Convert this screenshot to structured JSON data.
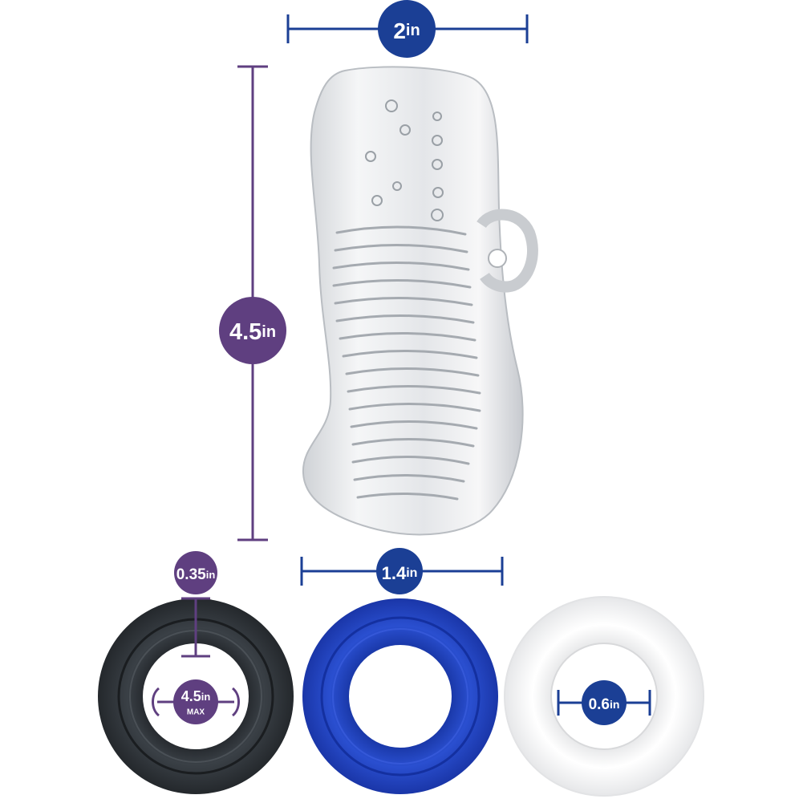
{
  "colors": {
    "navy": "#1b3f95",
    "purple": "#5f3f80",
    "dark_ring": "#2e3338",
    "blue_ring": "#1f3fb8",
    "white_ring": "#f4f4f4",
    "clear_sleeve": "#e2e4e7"
  },
  "dimensions": {
    "sleeve_width": {
      "value": "2",
      "unit": "in"
    },
    "sleeve_length": {
      "value": "4.5",
      "unit": "in"
    },
    "opening_width": {
      "value": "1.4",
      "unit": "in"
    },
    "ring_thickness": {
      "value": "0.35",
      "unit": "in"
    },
    "ring_stretch": {
      "value": "4.5",
      "unit": "in",
      "note": "MAX"
    },
    "ring_inner_diameter": {
      "value": "0.6",
      "unit": "in"
    }
  }
}
